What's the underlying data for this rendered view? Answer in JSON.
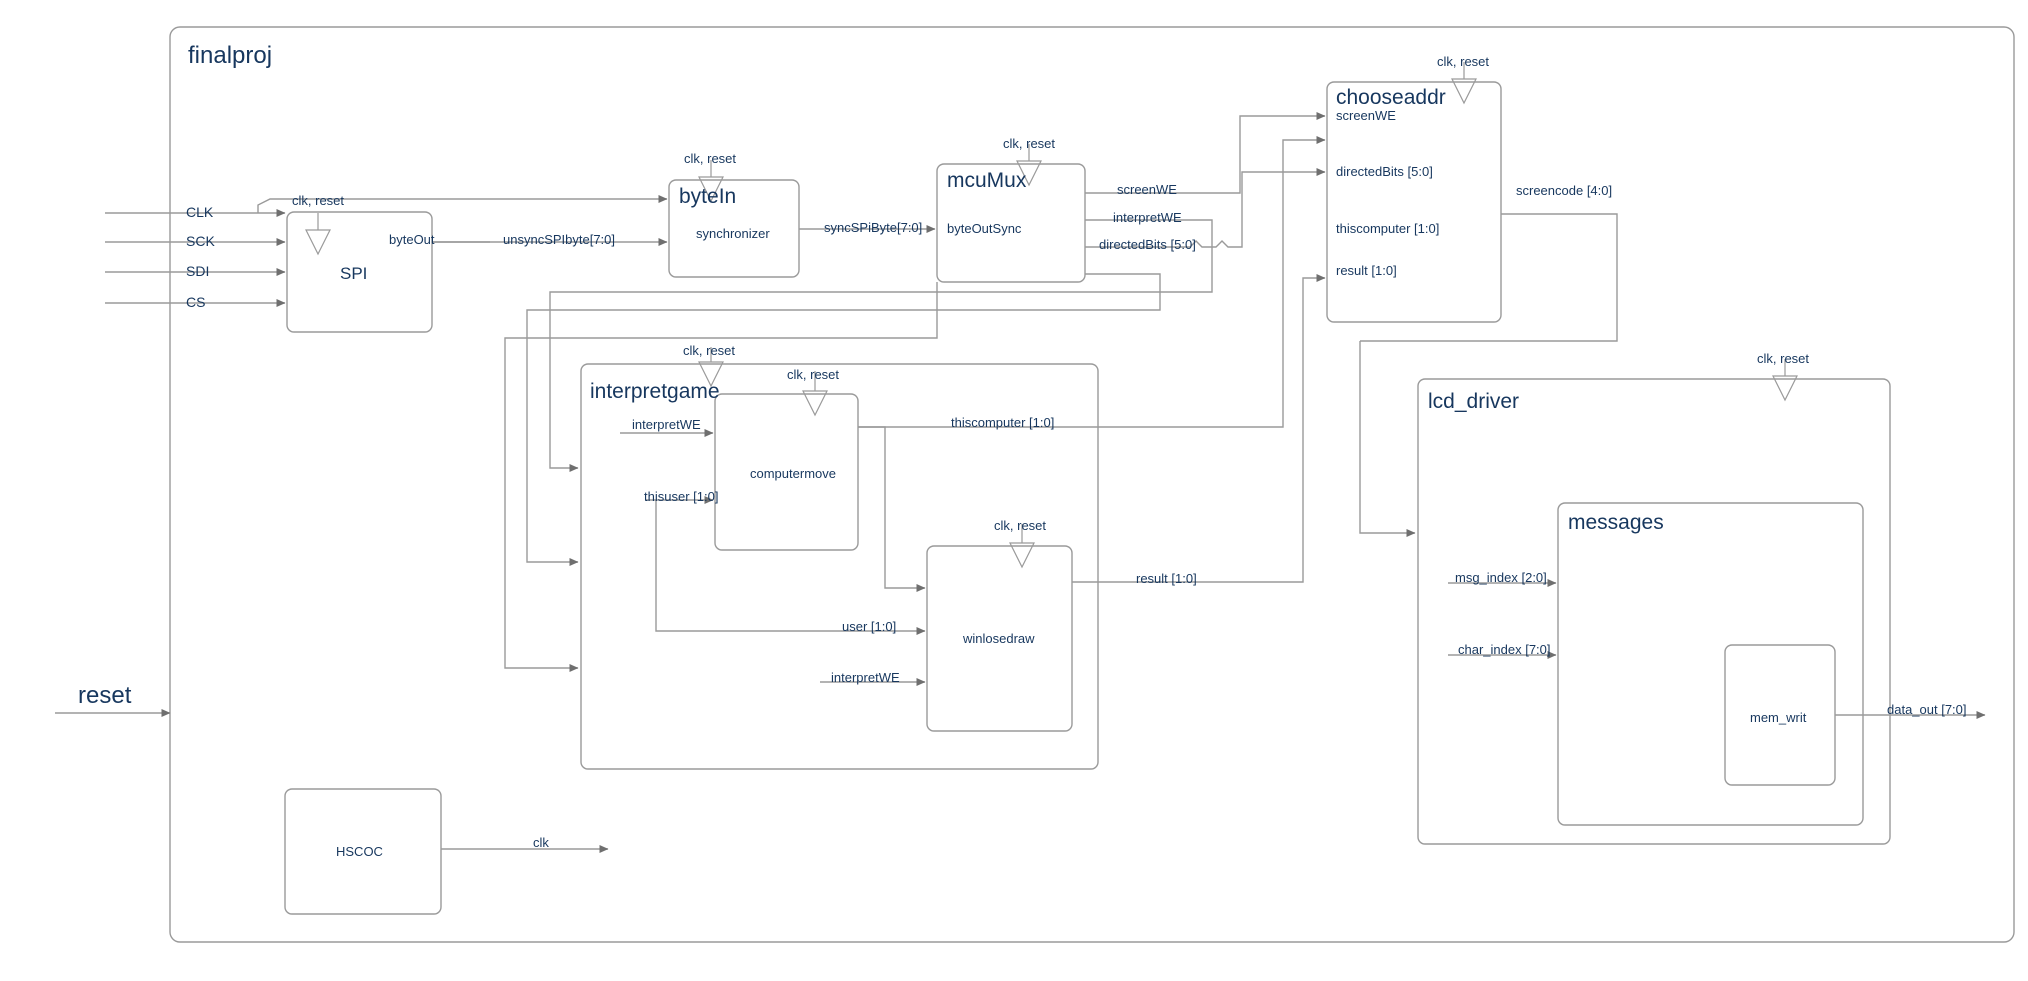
{
  "diagram": {
    "title": "finalproj",
    "type": "hardware-block-diagram",
    "line_color": "#9a9a9a",
    "text_color": "#17375e",
    "background": "#ffffff"
  },
  "external_inputs": [
    {
      "name": "CLK"
    },
    {
      "name": "SCK"
    },
    {
      "name": "SDI"
    },
    {
      "name": "CS"
    },
    {
      "name": "reset"
    }
  ],
  "external_outputs": [
    {
      "name": "data_out [7:0]"
    },
    {
      "name": "clk"
    }
  ],
  "blocks": [
    {
      "id": "finalproj",
      "title": "finalproj",
      "sub": ""
    },
    {
      "id": "spi",
      "title": "",
      "sub": "SPI",
      "clock_label": "clk, reset",
      "out_port": "byteOut"
    },
    {
      "id": "bytein",
      "title": "byteIn",
      "sub": "synchronizer",
      "clock_label": "clk, reset"
    },
    {
      "id": "mcumux",
      "title": "mcuMux",
      "sub": "",
      "clock_label": "clk, reset",
      "in_port": "byteOutSync"
    },
    {
      "id": "chooseaddr",
      "title": "chooseaddr",
      "sub": "",
      "clock_label": "clk, reset",
      "ports": [
        "screenWE",
        "directedBits [5:0]",
        "thiscomputer [1:0]",
        "result [1:0]"
      ]
    },
    {
      "id": "interpretgame",
      "title": "interpretgame",
      "sub": "",
      "clock_label": "clk, reset"
    },
    {
      "id": "computermove",
      "title": "",
      "sub": "computermove",
      "clock_label": "clk, reset"
    },
    {
      "id": "winlosedraw",
      "title": "",
      "sub": "winlosedraw",
      "clock_label": "clk, reset"
    },
    {
      "id": "lcd_driver",
      "title": "lcd_driver",
      "sub": "",
      "clock_label": "clk, reset"
    },
    {
      "id": "messages",
      "title": "messages",
      "sub": ""
    },
    {
      "id": "mem_writ",
      "title": "",
      "sub": "mem_writ"
    },
    {
      "id": "hscoc",
      "title": "",
      "sub": "HSCOC"
    }
  ],
  "signals": [
    {
      "name": "clk, reset"
    },
    {
      "name": "byteOut"
    },
    {
      "name": "unsyncSPIbyte[7:0]"
    },
    {
      "name": "syncSPiByte[7:0]"
    },
    {
      "name": "byteOutSync"
    },
    {
      "name": "screenWE"
    },
    {
      "name": "interpretWE"
    },
    {
      "name": "directedBits [5:0]"
    },
    {
      "name": "screencode [4:0]"
    },
    {
      "name": "thiscomputer [1:0]"
    },
    {
      "name": "thisuser [1:0]"
    },
    {
      "name": "user [1:0]"
    },
    {
      "name": "result [1:0]"
    },
    {
      "name": "msg_index [2:0]"
    },
    {
      "name": "char_index [7:0]"
    },
    {
      "name": "data_out [7:0]"
    },
    {
      "name": "clk"
    }
  ],
  "labels": {
    "finalproj": "finalproj",
    "spi": "SPI",
    "bytein": "byteIn",
    "synchronizer": "synchronizer",
    "mcumux": "mcuMux",
    "byteOutSync": "byteOutSync",
    "chooseaddr": "chooseaddr",
    "interpretgame": "interpretgame",
    "computermove": "computermove",
    "winlosedraw": "winlosedraw",
    "lcd_driver": "lcd_driver",
    "messages": "messages",
    "mem_writ": "mem_writ",
    "hscoc": "HSCOC",
    "reset": "reset",
    "clk_in": "CLK",
    "sck": "SCK",
    "sdi": "SDI",
    "cs": "CS",
    "clk_reset_spi": "clk, reset",
    "clk_reset_bytein": "clk, reset",
    "clk_reset_mcumux": "clk, reset",
    "clk_reset_chooseaddr": "clk, reset",
    "clk_reset_interpretgame": "clk, reset",
    "clk_reset_computermove": "clk, reset",
    "clk_reset_winlosedraw": "clk, reset",
    "clk_reset_lcd": "clk, reset",
    "byteOut": "byteOut",
    "unsyncSPIbyte": "unsyncSPIbyte[7:0]",
    "syncSPiByte": "syncSPiByte[7:0]",
    "screenWE_out": "screenWE",
    "interpretWE_out": "interpretWE",
    "directedBits_out": "directedBits [5:0]",
    "screenWE_port": "screenWE",
    "directedBits_port": "directedBits [5:0]",
    "thiscomputer_port": "thiscomputer [1:0]",
    "result_port": "result [1:0]",
    "screencode": "screencode [4:0]",
    "interpretWE_cm": "interpretWE",
    "thisuser": "thisuser [1:0]",
    "thiscomputer_sig": "thiscomputer [1:0]",
    "user": "user [1:0]",
    "interpretWE_wld": "interpretWE",
    "result_sig": "result [1:0]",
    "msg_index": "msg_index [2:0]",
    "char_index": "char_index [7:0]",
    "data_out": "data_out [7:0]",
    "clk_out": "clk"
  }
}
